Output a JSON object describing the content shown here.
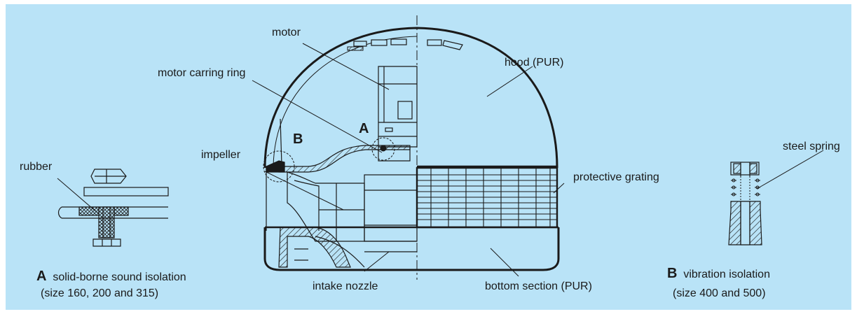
{
  "labels": {
    "motor": "motor",
    "hood": "hood (PUR)",
    "motor_carrying_ring": "motor carring ring",
    "impeller": "impeller",
    "protective_grating": "protective grating",
    "intake_nozzle": "intake nozzle",
    "bottom_section": "bottom section (PUR)",
    "rubber": "rubber",
    "steel_spring": "steel spring",
    "detail_a_marker": "A",
    "detail_b_marker": "B"
  },
  "captions": {
    "a": {
      "letter": "A",
      "line1": "solid-borne sound isolation",
      "line2": "(size 160, 200 and 315)"
    },
    "b": {
      "letter": "B",
      "line1": "vibration isolation",
      "line2": "(size 400 and 500)"
    }
  },
  "colors": {
    "background": "#b9e3f7",
    "line": "#1a1a1a",
    "hatch": "#1a1a1a"
  }
}
